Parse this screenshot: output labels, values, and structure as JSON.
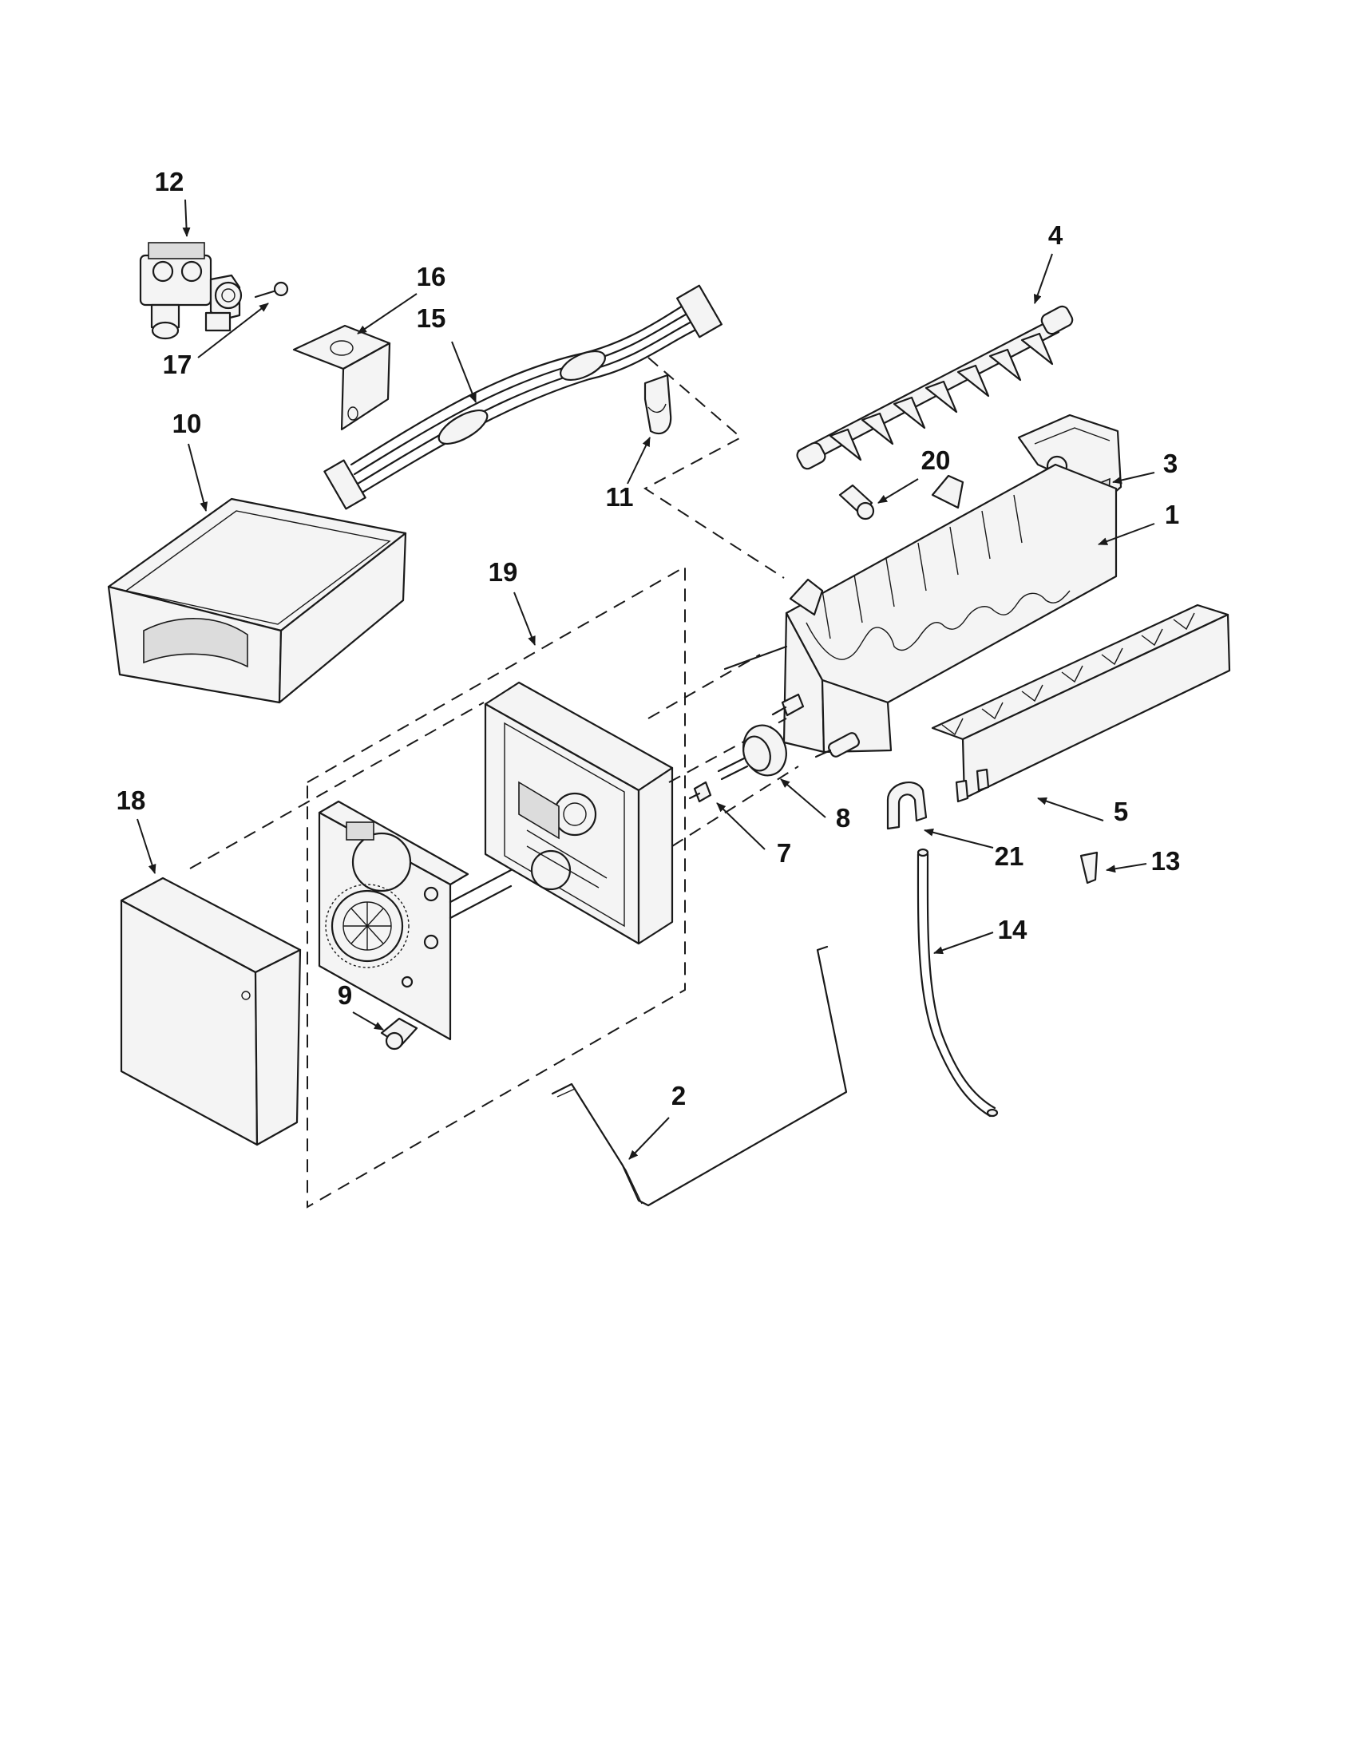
{
  "callouts": {
    "c1": "1",
    "c2": "2",
    "c3": "3",
    "c4": "4",
    "c5": "5",
    "c7": "7",
    "c8": "8",
    "c9": "9",
    "c10": "10",
    "c11": "11",
    "c12": "12",
    "c13": "13",
    "c14": "14",
    "c15": "15",
    "c16": "16",
    "c17": "17",
    "c18": "18",
    "c19": "19",
    "c20": "20",
    "c21": "21"
  },
  "colors": {
    "line": "#1a1a1a",
    "fill": "#f4f4f4",
    "shade": "#dcdcdc",
    "background": "#ffffff"
  }
}
